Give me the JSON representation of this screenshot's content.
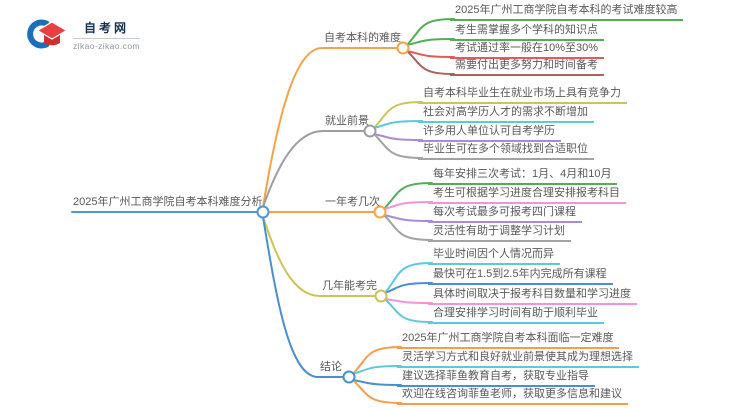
{
  "logo": {
    "site_name": "自考网",
    "site_url": "zikao-zikao.com",
    "icon": "graduation-cap-with-blue-crescent",
    "brand_blue": "#1d6fba",
    "brand_red": "#e23c3c"
  },
  "root": {
    "label": "2025年广州工商学院自考本科难度分析",
    "color": "#4f96d4"
  },
  "branches": [
    {
      "label": "自考本科的难度",
      "color": "#f5a34b",
      "leaves": [
        {
          "text": "2025年广州工商学院自考本科的考试难度较高",
          "color": "#53ad57"
        },
        {
          "text": "考生需掌握多个学科的知识点",
          "color": "#53ad57"
        },
        {
          "text": "考试通过率一般在10%至30%",
          "color": "#e25b5b"
        },
        {
          "text": "需要付出更多努力和时间备考",
          "color": "#a5645e"
        }
      ]
    },
    {
      "label": "就业前景",
      "color": "#9e9e9e",
      "leaves": [
        {
          "text": "自考本科毕业生在就业市场上具有竞争力",
          "color": "#cbc45a"
        },
        {
          "text": "社会对高学历人才的需求不断增加",
          "color": "#5ec9de"
        },
        {
          "text": "许多用人单位认可自考学历",
          "color": "#ab8bd9"
        },
        {
          "text": "毕业生可在多个领域找到合适职位",
          "color": "#a3a3a3"
        }
      ]
    },
    {
      "label": "一年考几次",
      "color": "#f5a34b",
      "leaves": [
        {
          "text": "每年安排三次考试：1月、4月和10月",
          "color": "#53ad57"
        },
        {
          "text": "考生可根据学习进度合理安排报考科目",
          "color": "#f096d8"
        },
        {
          "text": "每次考试最多可报考四门课程",
          "color": "#ab8bd9"
        },
        {
          "text": "灵活性有助于调整学习计划",
          "color": "#a3a3a3"
        }
      ]
    },
    {
      "label": "几年能考完",
      "color": "#cbc45a",
      "leaves": [
        {
          "text": "毕业时间因个人情况而异",
          "color": "#5ec9de"
        },
        {
          "text": "最快可在1.5到2.5年内完成所有课程",
          "color": "#4a8fd0"
        },
        {
          "text": "具体时间取决于报考科目数量和学习进度",
          "color": "#f096d8"
        },
        {
          "text": "合理安排学习时间有助于顺利毕业",
          "color": "#5ec9de"
        }
      ]
    },
    {
      "label": "结论",
      "color": "#4a8fd0",
      "leaves": [
        {
          "text": "2025年广州工商学院自考本科面临一定难度",
          "color": "#f59c4e"
        },
        {
          "text": "灵活学习方式和良好就业前景使其成为理想选择",
          "color": "#5ec9de"
        },
        {
          "text": "建议选择菲鱼教育自考，获取专业指导",
          "color": "#4a8fd0"
        },
        {
          "text": "欢迎在线咨询菲鱼老师，获取更多信息和建议",
          "color": "#f59c4e"
        }
      ]
    }
  ]
}
